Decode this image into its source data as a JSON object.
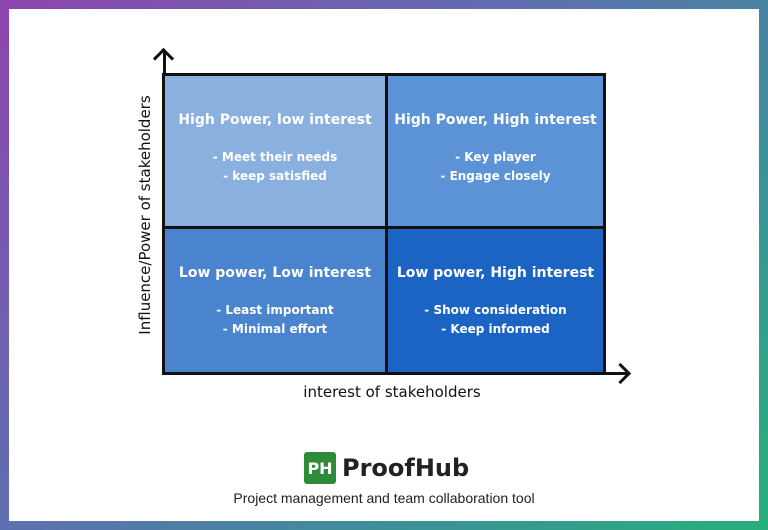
{
  "axes": {
    "y_label": "Influence/Power of stakeholders",
    "x_label": "interest of stakeholders"
  },
  "quadrants": [
    {
      "id": "q1",
      "title": "High Power, low interest",
      "bullets": [
        "- Meet their needs",
        "- keep satisfied"
      ],
      "color": "#8ab0df"
    },
    {
      "id": "q2",
      "title": "High Power, High interest",
      "bullets": [
        "- Key player",
        "- Engage closely"
      ],
      "color": "#5b93d6"
    },
    {
      "id": "q3",
      "title": "Low power, Low interest",
      "bullets": [
        "- Least important",
        "- Minimal effort"
      ],
      "color": "#4a84cf"
    },
    {
      "id": "q4",
      "title": "Low power, High interest",
      "bullets": [
        "- Show consideration",
        "- Keep informed"
      ],
      "color": "#1c64c3"
    }
  ],
  "brand": {
    "logo_text": "PH",
    "name": "ProofHub",
    "tagline": "Project management and team collaboration tool",
    "color": "#2e8b3a"
  }
}
